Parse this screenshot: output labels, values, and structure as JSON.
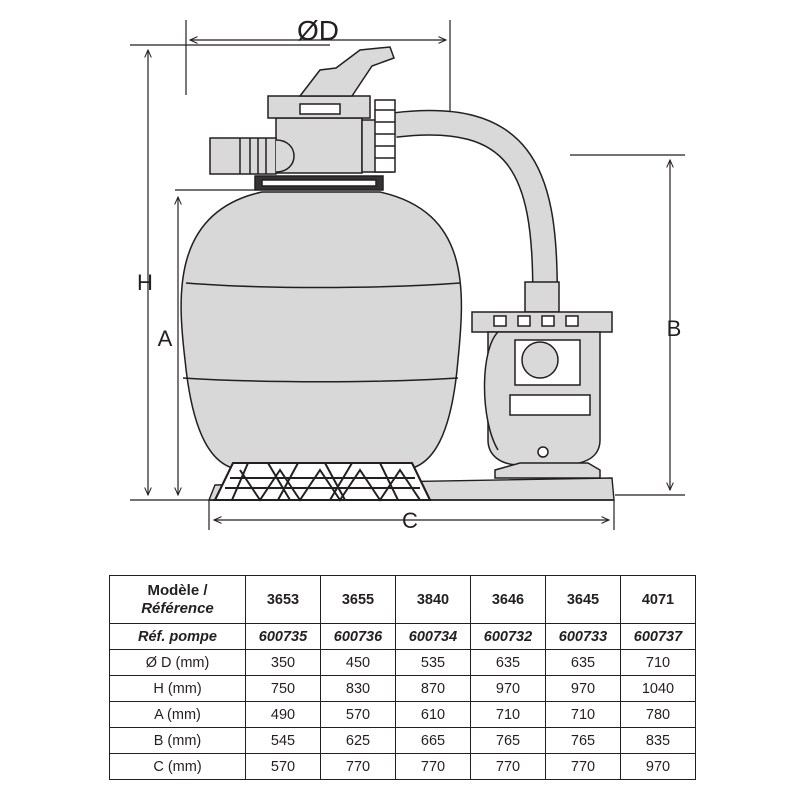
{
  "diagram": {
    "dimensions": {
      "diameter": "ØD",
      "height_total": "H",
      "height_tank": "A",
      "height_pump": "B",
      "width_base": "C"
    }
  },
  "table": {
    "header_line1": "Modèle /",
    "header_line2": "Référence",
    "pump_label": "Réf. pompe",
    "models": [
      "3653",
      "3655",
      "3840",
      "3646",
      "3645",
      "4071"
    ],
    "pump_refs": [
      "600735",
      "600736",
      "600734",
      "600732",
      "600733",
      "600737"
    ],
    "rows": [
      {
        "label": "Ø D (mm)",
        "values": [
          "350",
          "450",
          "535",
          "635",
          "635",
          "710"
        ]
      },
      {
        "label": "H (mm)",
        "values": [
          "750",
          "830",
          "870",
          "970",
          "970",
          "1040"
        ]
      },
      {
        "label": "A (mm)",
        "values": [
          "490",
          "570",
          "610",
          "710",
          "710",
          "780"
        ]
      },
      {
        "label": "B (mm)",
        "values": [
          "545",
          "625",
          "665",
          "765",
          "765",
          "835"
        ]
      },
      {
        "label": "C (mm)",
        "values": [
          "570",
          "770",
          "770",
          "770",
          "770",
          "970"
        ]
      }
    ]
  }
}
